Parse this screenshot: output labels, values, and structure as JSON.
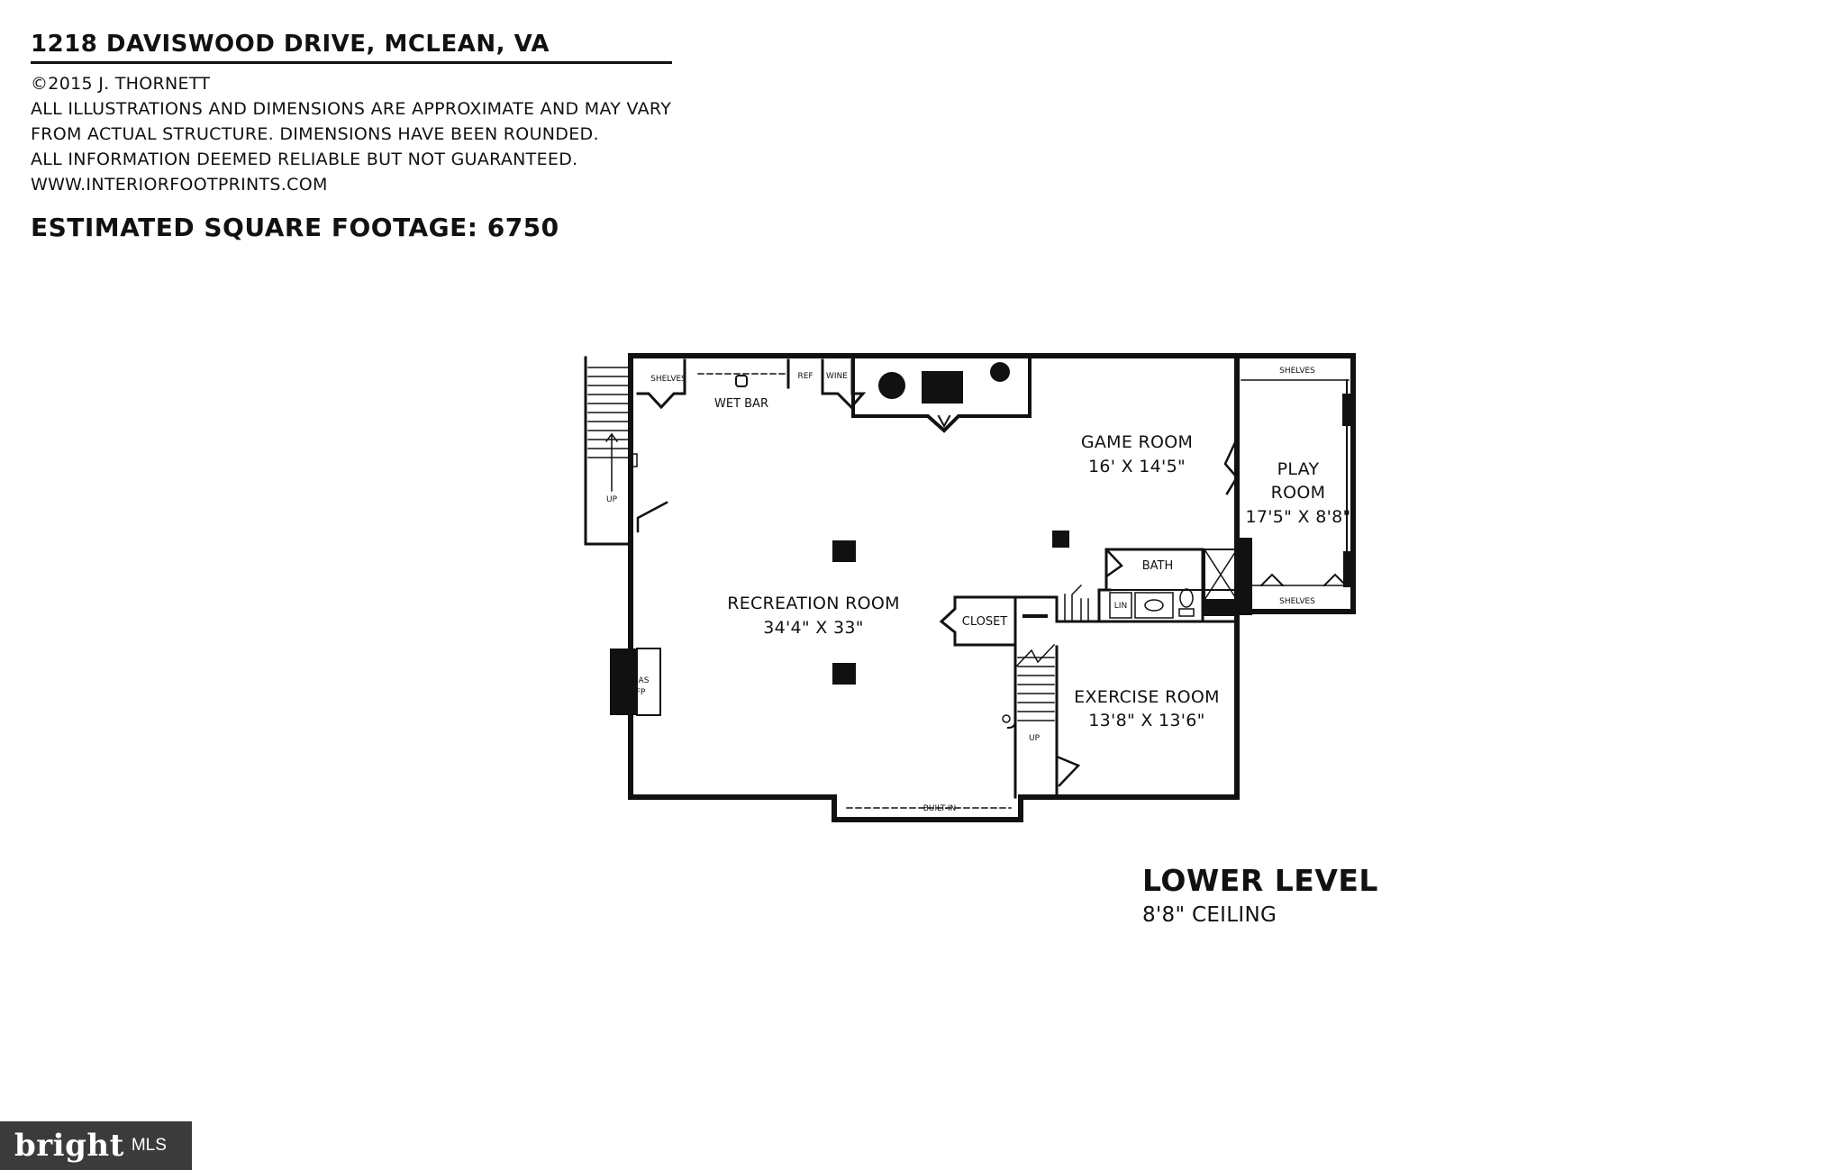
{
  "header": {
    "address": "1218 DAVISWOOD DRIVE, MCLEAN, VA",
    "lines": [
      "©2015 J. THORNETT",
      "ALL ILLUSTRATIONS AND DIMENSIONS ARE APPROXIMATE AND MAY VARY",
      "FROM ACTUAL STRUCTURE. DIMENSIONS HAVE BEEN ROUNDED.",
      "ALL INFORMATION DEEMED RELIABLE BUT NOT GUARANTEED.",
      "WWW.INTERIORFOOTPRINTS.COM"
    ],
    "square_footage": "ESTIMATED SQUARE FOOTAGE: 6750"
  },
  "rooms": {
    "recreation": {
      "name": "RECREATION ROOM",
      "dims": "34'4\" X 33\""
    },
    "game": {
      "name": "GAME ROOM",
      "dims": "16' X 14'5\""
    },
    "play": {
      "name_line1": "PLAY",
      "name_line2": "ROOM",
      "dims": "17'5\" X 8'8\""
    },
    "exercise": {
      "name": "EXERCISE ROOM",
      "dims": "13'8\" X 13'6\""
    }
  },
  "labels": {
    "shelves": "SHELVES",
    "wet_bar": "WET BAR",
    "ref": "REF",
    "wine": "WINE",
    "up": "UP",
    "bath": "BATH",
    "lin": "LIN",
    "closet": "CLOSET",
    "gas": "GAS",
    "fp": "FP",
    "built_in": "BUILT-IN"
  },
  "level": {
    "title": "LOWER LEVEL",
    "ceiling": "8'8\" CEILING"
  },
  "logo": {
    "brand": "bright",
    "suffix": "MLS"
  }
}
